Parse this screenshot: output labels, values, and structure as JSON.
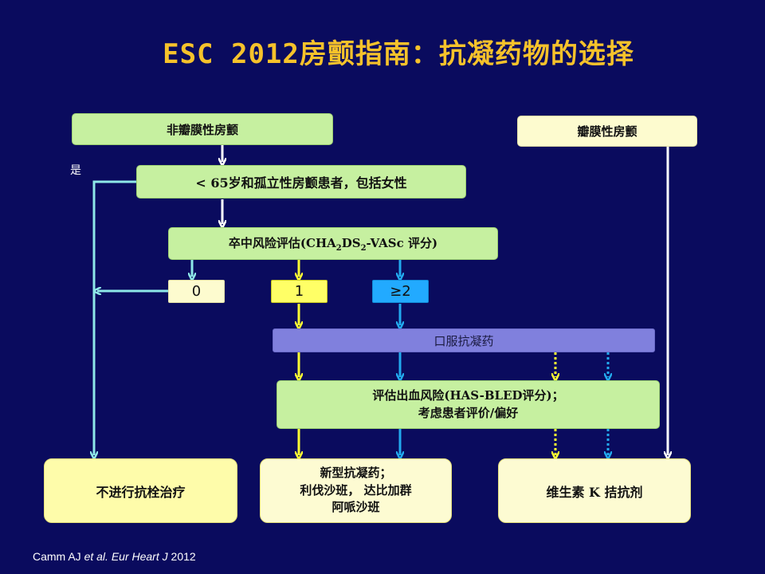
{
  "title": "ESC 2012房颤指南：抗凝药物的选择",
  "nodes": {
    "non_valvular": "非瓣膜性房颤",
    "valvular": "瓣膜性房颤",
    "age_lt65": "< 65岁和孤立性房颤患者，包括女性",
    "stroke_risk_pre": "卒中风险评估(CHA",
    "stroke_risk_sub1": "2",
    "stroke_risk_mid": "DS",
    "stroke_risk_sub2": "2",
    "stroke_risk_post": "-VASc 评分)",
    "score_0": "0",
    "score_1": "1",
    "score_2": "≥2",
    "oral_anticoag": "口服抗凝药",
    "bleed_risk_line1": "评估出血风险(HAS-BLED评分)；",
    "bleed_risk_line2": "考虑患者评价/偏好",
    "no_treatment": "不进行抗栓治疗",
    "noac_line1": "新型抗凝药；",
    "noac_line2": "利伐沙班， 达比加群",
    "noac_line3": "阿哌沙班",
    "vka": "维生素 K 拮抗剂"
  },
  "yes_label": "是",
  "citation": {
    "authors": "Camm AJ",
    "etal": "et al.",
    "journal": "Eur Heart J",
    "year": "2012"
  },
  "colors": {
    "background": "#0a0b5e",
    "title": "#f6c22b",
    "arrow_white": "#ffffff",
    "arrow_cyan": "#8ee8e8",
    "arrow_yellow": "#ffff33",
    "arrow_blue": "#22aaee"
  }
}
